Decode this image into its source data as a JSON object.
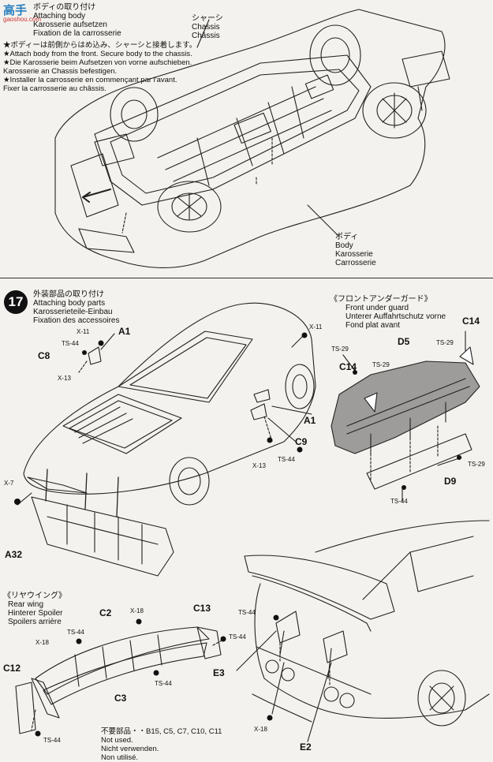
{
  "watermark": {
    "brand": "高手",
    "domain": "gaoshou.com"
  },
  "step16": {
    "texts": [
      "ボディの取り付け",
      "Attaching body",
      "Karosserie aufsetzen",
      "Fixation de la carrosserie"
    ],
    "notes": [
      "★ボディーは前側からはめ込み、シャーシと接着します。",
      "★Attach body from the front. Secure body to the chassis.",
      "★Die Karosserie beim Aufsetzen von vorne aufschieben.",
      "Karosserie an Chassis befestigen.",
      "★Installer la carrosserie en commençant par l'avant.",
      "Fixer la carrosserie au châssis."
    ],
    "chassis": [
      "シャーシ",
      "Chassis",
      "Châssis"
    ],
    "body": [
      "ボディ",
      "Body",
      "Karosserie",
      "Carrosserie"
    ]
  },
  "step17": {
    "number": "17",
    "texts": [
      "外装部品の取り付け",
      "Attaching body parts",
      "Karosserieteile-Einbau",
      "Fixation des accessoires"
    ],
    "underguard": [
      "《フロントアンダーガード》",
      "Front under guard",
      "Unterer Auffahrtschutz vorne",
      "Fond plat avant"
    ],
    "rearwing": [
      "《リヤウイング》",
      "Rear wing",
      "Hinterer Spoiler",
      "Spoilers arrière"
    ],
    "notused": [
      "不要部品・・B15, C5, C7, C10, C11",
      "Not used.",
      "Nicht verwenden.",
      "Non utilisé."
    ],
    "parts": {
      "A1": "A1",
      "C8": "C8",
      "C9": "C9",
      "A32": "A32",
      "C14": "C14",
      "D5": "D5",
      "D9": "D9",
      "C2": "C2",
      "C3": "C3",
      "C12": "C12",
      "C13": "C13",
      "E2": "E2",
      "E3": "E3"
    },
    "hw": {
      "x11": "X-11",
      "x13": "X-13",
      "x7": "X-7",
      "x18": "X-18",
      "ts44": "TS-44",
      "ts29": "TS-29"
    }
  }
}
